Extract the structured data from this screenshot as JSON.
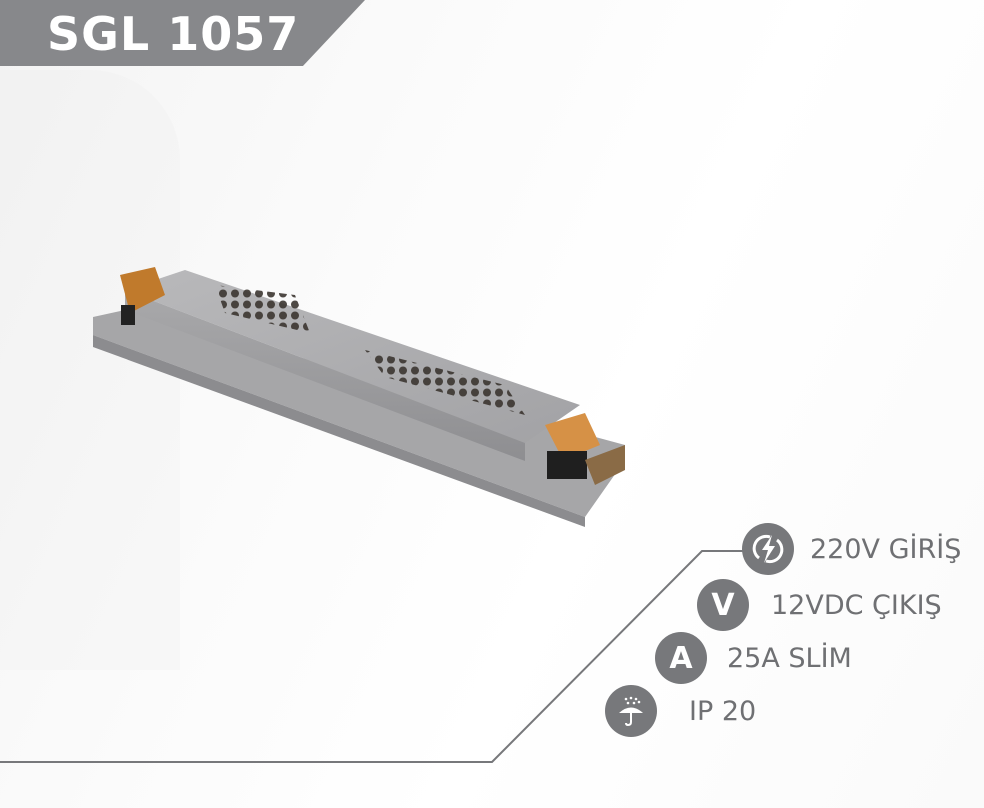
{
  "header": {
    "title": "SGL 1057",
    "banner_color": "#87888b"
  },
  "product": {
    "name": "slim-led-power-supply",
    "image_description": "perforated aluminium slim LED driver with orange terminal blocks"
  },
  "specs": [
    {
      "icon": "lightning-bolt-icon",
      "glyph": "",
      "label": "220V GİRİŞ"
    },
    {
      "icon": "voltage-v-icon",
      "glyph": "V",
      "label": "12VDC ÇIKIŞ"
    },
    {
      "icon": "ampere-a-icon",
      "glyph": "A",
      "label": "25A SLİM"
    },
    {
      "icon": "umbrella-rain-icon",
      "glyph": "",
      "label": "IP 20"
    }
  ],
  "colors": {
    "icon_bg": "#77787b",
    "text": "#6f7073",
    "line": "#77787b"
  }
}
